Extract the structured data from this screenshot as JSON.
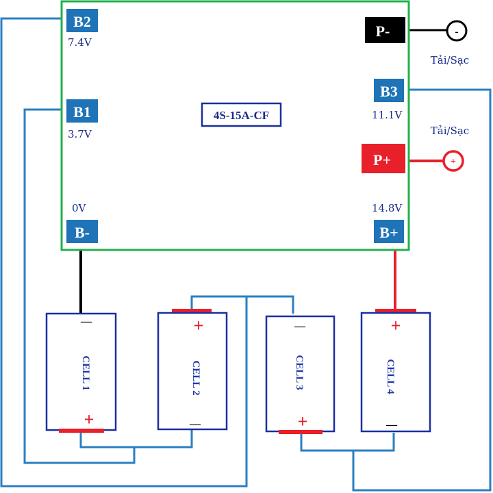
{
  "board": {
    "model": "4S-15A-CF"
  },
  "pads": {
    "b2": {
      "label": "B2",
      "voltage": "7.4V"
    },
    "b1": {
      "label": "B1",
      "voltage": "3.7V"
    },
    "bminus": {
      "label": "B-",
      "voltage": "0V"
    },
    "b3": {
      "label": "B3",
      "voltage": "11.1V"
    },
    "bplus": {
      "label": "B+",
      "voltage": "14.8V"
    },
    "pminus": {
      "label": "P-"
    },
    "pplus": {
      "label": "P+"
    }
  },
  "terminals": {
    "negative": {
      "caption": "Tải/Sạc",
      "symbol": "-"
    },
    "positive": {
      "caption": "Tải/Sạc",
      "symbol": "+"
    }
  },
  "cells": [
    {
      "label": "CELL 1",
      "top_sign": "—",
      "bottom_sign": "+"
    },
    {
      "label": "CELL 2",
      "top_sign": "+",
      "bottom_sign": "—"
    },
    {
      "label": "CELL 3",
      "top_sign": "—",
      "bottom_sign": "+"
    },
    {
      "label": "CELL 4",
      "top_sign": "+",
      "bottom_sign": "—"
    }
  ],
  "colors": {
    "board_border": "#22b04b",
    "pad_blue": "#1f73b7",
    "wire_blue": "#2a7fc1",
    "wire_red": "#e8202a",
    "wire_black": "#000000",
    "cell_border": "#1a2fa0",
    "text_navy": "#1a2a8a",
    "cell_text": "#1f3aa8"
  }
}
